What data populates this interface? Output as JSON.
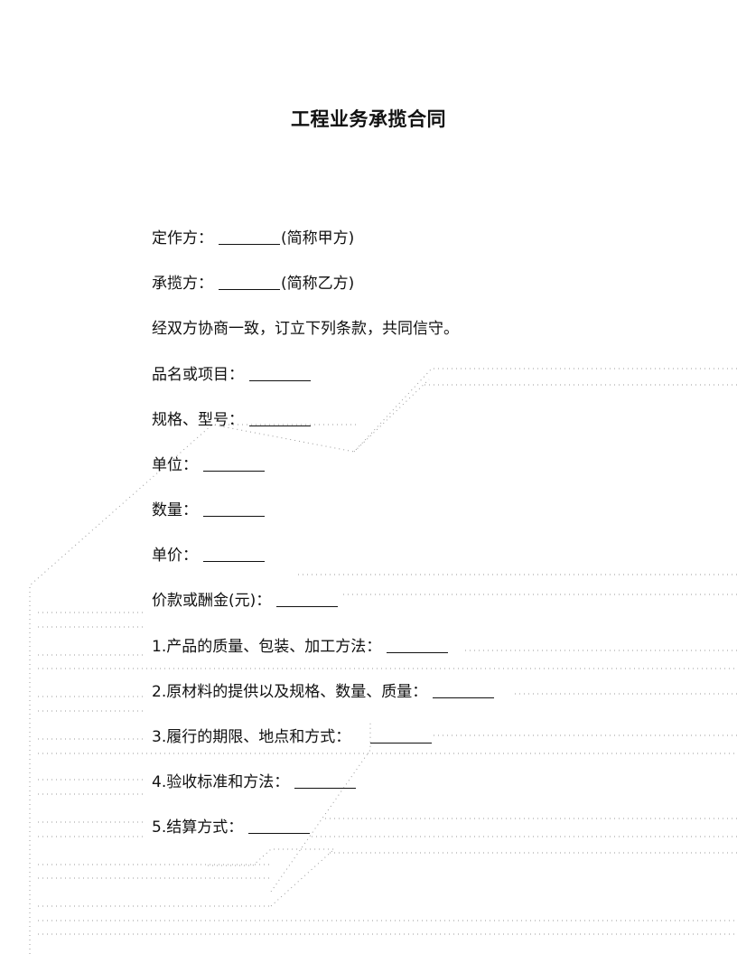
{
  "document": {
    "title": "工程业务承揽合同",
    "lines": [
      {
        "label": "定作方：",
        "suffix": "(简称甲方)"
      },
      {
        "label": "承揽方：",
        "suffix": "(简称乙方)"
      },
      {
        "label": "经双方协商一致，订立下列条款，共同信守。",
        "suffix": ""
      },
      {
        "label": "品名或项目：",
        "suffix": ""
      },
      {
        "label": "规格、型号：",
        "suffix": ""
      },
      {
        "label": "单位：",
        "suffix": ""
      },
      {
        "label": "数量：",
        "suffix": ""
      },
      {
        "label": "单价：",
        "suffix": ""
      },
      {
        "label": "价款或酬金(元)：",
        "suffix": ""
      },
      {
        "label": "1.产品的质量、包装、加工方法：",
        "suffix": ""
      },
      {
        "label": "2.原材料的提供以及规格、数量、质量：",
        "suffix": ""
      },
      {
        "label": "3.履行的期限、地点和方式：",
        "suffix": ""
      },
      {
        "label": "4.验收标准和方法：",
        "suffix": ""
      },
      {
        "label": "5.结算方式：",
        "suffix": ""
      }
    ]
  }
}
